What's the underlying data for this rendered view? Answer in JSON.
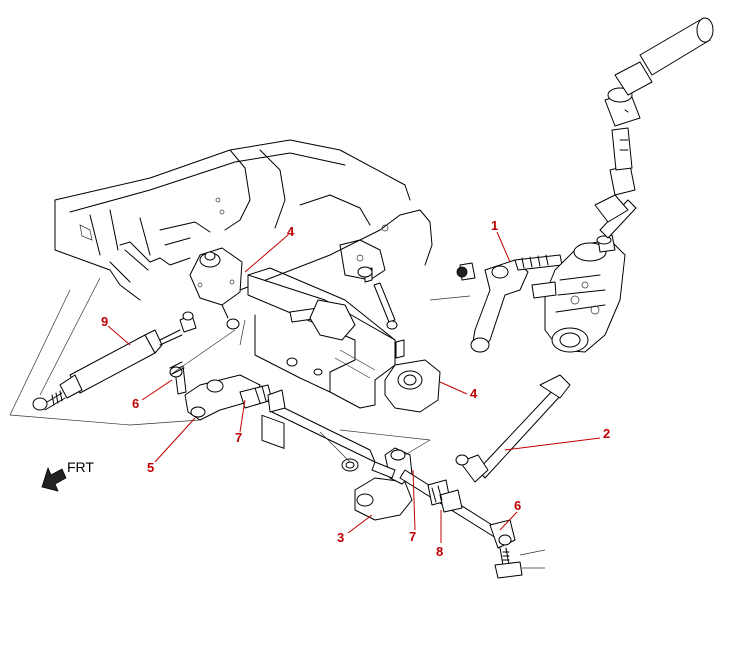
{
  "callouts": {
    "c1": "1",
    "c2": "2",
    "c3": "3",
    "c4a": "4",
    "c4b": "4",
    "c5": "5",
    "c6a": "6",
    "c6b": "6",
    "c7a": "7",
    "c7b": "7",
    "c8": "8",
    "c9": "9"
  },
  "direction": {
    "label": "FRT",
    "icon": "arrow-left-down-icon"
  },
  "colors": {
    "callout": "#c00000",
    "linework": "#000000",
    "background": "#ffffff"
  }
}
